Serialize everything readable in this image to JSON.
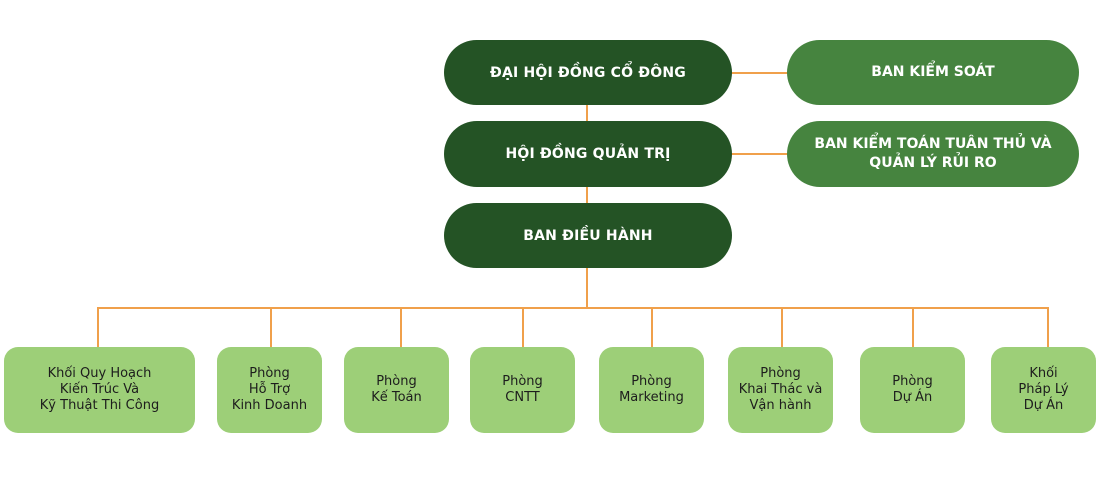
{
  "colors": {
    "top_node": "#245325",
    "side_node": "#46843f",
    "department_node": "#9dcf78",
    "connector": "#f0a04b"
  },
  "main_chain": [
    {
      "id": "dhdcd",
      "label": "ĐẠI HỘI ĐỒNG CỔ ĐÔNG"
    },
    {
      "id": "hdqt",
      "label": "HỘI ĐỒNG QUẢN TRỊ"
    },
    {
      "id": "bdh",
      "label": "BAN ĐIỀU HÀNH"
    }
  ],
  "side_nodes": [
    {
      "id": "bks",
      "label": "BAN KIỂM SOÁT",
      "attached_to": "dhdcd"
    },
    {
      "id": "bktt",
      "label": "BAN KIỂM TOÁN TUÂN THỦ VÀ\nQUẢN LÝ RỦI RO",
      "attached_to": "hdqt"
    }
  ],
  "departments": [
    {
      "label": "Khối Quy Hoạch\nKiến Trúc Và\nKỹ Thuật Thi Công"
    },
    {
      "label": "Phòng\nHỗ Trợ\nKinh Doanh"
    },
    {
      "label": "Phòng\nKế Toán"
    },
    {
      "label": "Phòng\nCNTT"
    },
    {
      "label": "Phòng\nMarketing"
    },
    {
      "label": "Phòng\nKhai Thác và\nVận hành"
    },
    {
      "label": "Phòng\nDự Án"
    },
    {
      "label": "Khối\nPháp Lý\nDự Án"
    }
  ]
}
